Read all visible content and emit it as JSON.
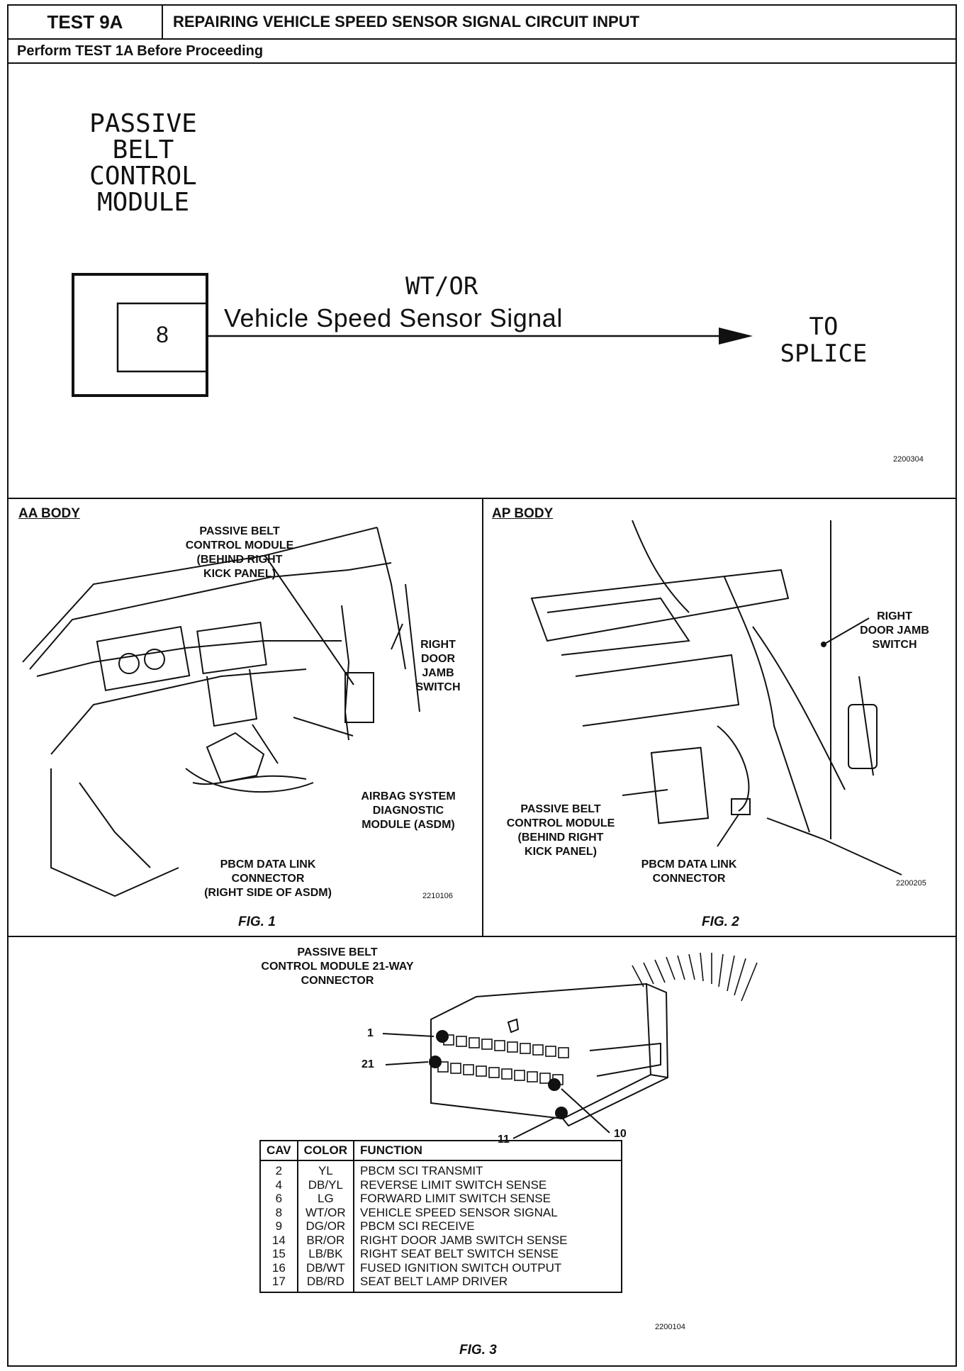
{
  "header": {
    "test": "TEST 9A",
    "title": "REPAIRING VEHICLE SPEED SENSOR SIGNAL CIRCUIT INPUT",
    "subtitle": "Perform TEST 1A Before Proceeding"
  },
  "schematic": {
    "module_label_lines": [
      "PASSIVE",
      "BELT",
      "CONTROL",
      "MODULE"
    ],
    "cavity": "8",
    "wire_color": "WT/OR",
    "wire_function": "Vehicle Speed Sensor Signal",
    "destination_lines": [
      "TO",
      "SPLICE"
    ],
    "code": "2200304"
  },
  "fig1": {
    "heading": "AA BODY",
    "label_pbcm": [
      "PASSIVE BELT",
      "CONTROL MODULE",
      "(BEHIND RIGHT",
      "KICK PANEL)"
    ],
    "label_door_switch": [
      "RIGHT",
      "DOOR",
      "JAMB",
      "SWITCH"
    ],
    "label_asdm": [
      "AIRBAG SYSTEM",
      "DIAGNOSTIC",
      "MODULE (ASDM)"
    ],
    "label_data_link": [
      "PBCM DATA LINK",
      "CONNECTOR",
      "(RIGHT SIDE OF ASDM)"
    ],
    "code": "2210106",
    "caption": "FIG. 1"
  },
  "fig2": {
    "heading": "AP BODY",
    "label_door_switch": [
      "RIGHT",
      "DOOR JAMB",
      "SWITCH"
    ],
    "label_pbcm": [
      "PASSIVE BELT",
      "CONTROL MODULE",
      "(BEHIND RIGHT",
      "KICK PANEL)"
    ],
    "label_data_link": [
      "PBCM DATA LINK",
      "CONNECTOR"
    ],
    "code": "2200205",
    "caption": "FIG. 2"
  },
  "fig3": {
    "connector_label": [
      "PASSIVE BELT",
      "CONTROL MODULE  21-WAY",
      "CONNECTOR"
    ],
    "pin_labels": {
      "pin1": "1",
      "pin21": "21",
      "pin10": "10",
      "pin11": "11"
    },
    "table": {
      "headers": [
        "CAV",
        "COLOR",
        "FUNCTION"
      ],
      "rows": [
        [
          "2",
          "YL",
          "PBCM SCI TRANSMIT"
        ],
        [
          "4",
          "DB/YL",
          "REVERSE LIMIT SWITCH SENSE"
        ],
        [
          "6",
          "LG",
          "FORWARD LIMIT SWITCH SENSE"
        ],
        [
          "8",
          "WT/OR",
          "VEHICLE SPEED SENSOR SIGNAL"
        ],
        [
          "9",
          "DG/OR",
          "PBCM SCI RECEIVE"
        ],
        [
          "14",
          "BR/OR",
          "RIGHT DOOR JAMB SWITCH SENSE"
        ],
        [
          "15",
          "LB/BK",
          "RIGHT SEAT BELT SWITCH SENSE"
        ],
        [
          "16",
          "DB/WT",
          "FUSED IGNITION SWITCH OUTPUT"
        ],
        [
          "17",
          "DB/RD",
          "SEAT BELT LAMP DRIVER"
        ]
      ]
    },
    "code": "2200104",
    "caption": "FIG. 3"
  }
}
